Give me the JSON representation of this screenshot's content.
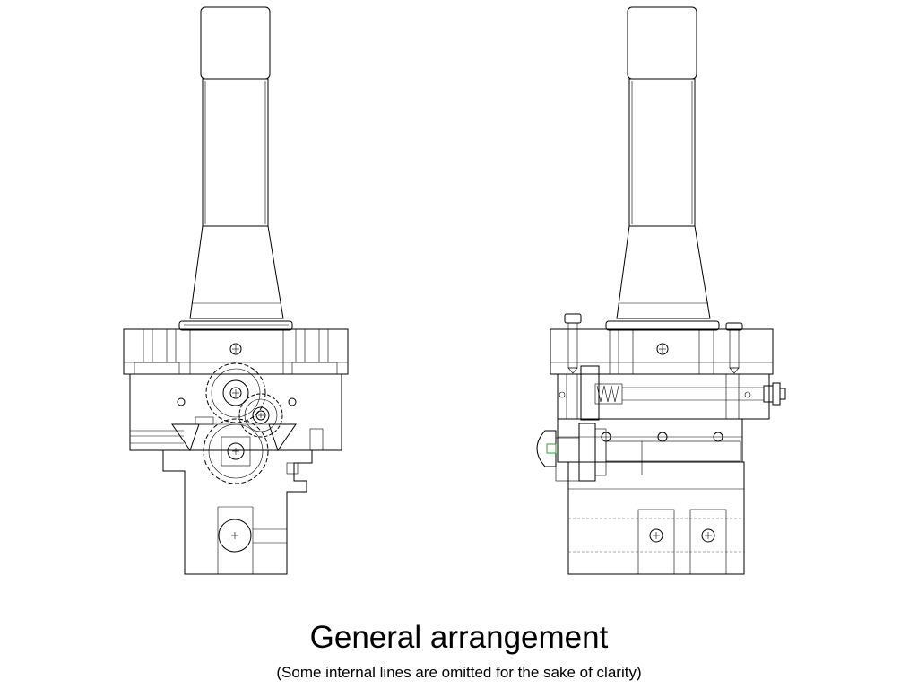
{
  "caption": {
    "title": "General arrangement",
    "note": "(Some internal lines are omitted for the sake of clarity)"
  },
  "views": [
    {
      "name": "front-view",
      "components": [
        "column",
        "cone",
        "top-housing",
        "gear-train",
        "base-body",
        "ball-knob"
      ]
    },
    {
      "name": "side-view",
      "components": [
        "column",
        "cone",
        "top-housing",
        "adjusting-screw",
        "slide-rail",
        "base-block"
      ]
    }
  ],
  "colors": {
    "line": "#000000",
    "accent": "#2aa02a"
  }
}
